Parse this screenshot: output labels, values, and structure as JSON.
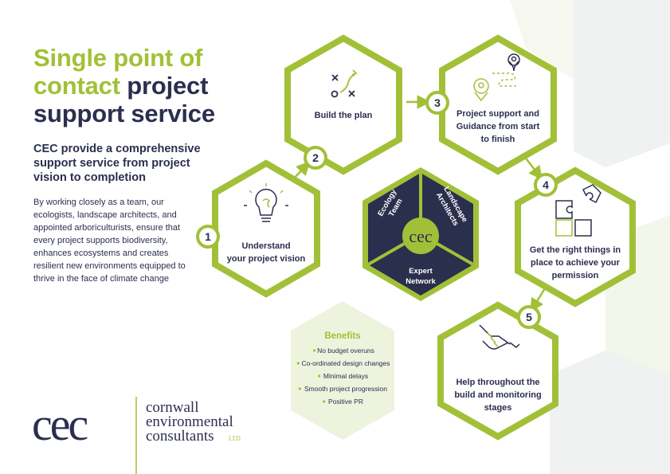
{
  "header": {
    "title_accent": "Single point of contact",
    "title_rest": " project support service",
    "subtitle": "CEC provide a comprehensive support service from project vision to completion",
    "body": "By working closely as a team, our ecologists, landscape architects, and appointed arboriculturists, ensure that every project supports biodiversity, enhances ecosystems and creates resilient new environments equipped to thrive in the face of climate change"
  },
  "steps": [
    {
      "number": "1",
      "lines": [
        "Understand",
        "your project vision"
      ],
      "icon": "lightbulb-brain-icon"
    },
    {
      "number": "2",
      "lines": [
        "Build the plan"
      ],
      "icon": "strategy-plan-icon"
    },
    {
      "number": "3",
      "lines": [
        "Project support and",
        "Guidance from start",
        "to finish"
      ],
      "icon": "map-route-icon"
    },
    {
      "number": "4",
      "lines": [
        "Get the right things in",
        "place to achieve your",
        "permission"
      ],
      "icon": "puzzle-icon"
    },
    {
      "number": "5",
      "lines": [
        "Help throughout the",
        "build and monitoring",
        "stages"
      ],
      "icon": "handshake-icon"
    }
  ],
  "core": {
    "segment_left": [
      "Ecology",
      "Team"
    ],
    "segment_right": [
      "Landscape",
      "Architects"
    ],
    "segment_bottom": [
      "Expert",
      "Network"
    ],
    "logo": "cec"
  },
  "benefits": {
    "title": "Benefits",
    "items": [
      "No budget overuns",
      "Co-ordinated design changes",
      "Minimal delays",
      "Smooth project progression",
      "Positive PR"
    ]
  },
  "logo": {
    "mark": "cec",
    "lines": [
      "cornwall",
      "environmental",
      "consultants"
    ],
    "suffix": "LTD"
  },
  "colors": {
    "green": "#a2c037",
    "navy": "#2b2f4e",
    "pale_green": "#eef3de",
    "pale_grey": "#f0f1f1"
  }
}
